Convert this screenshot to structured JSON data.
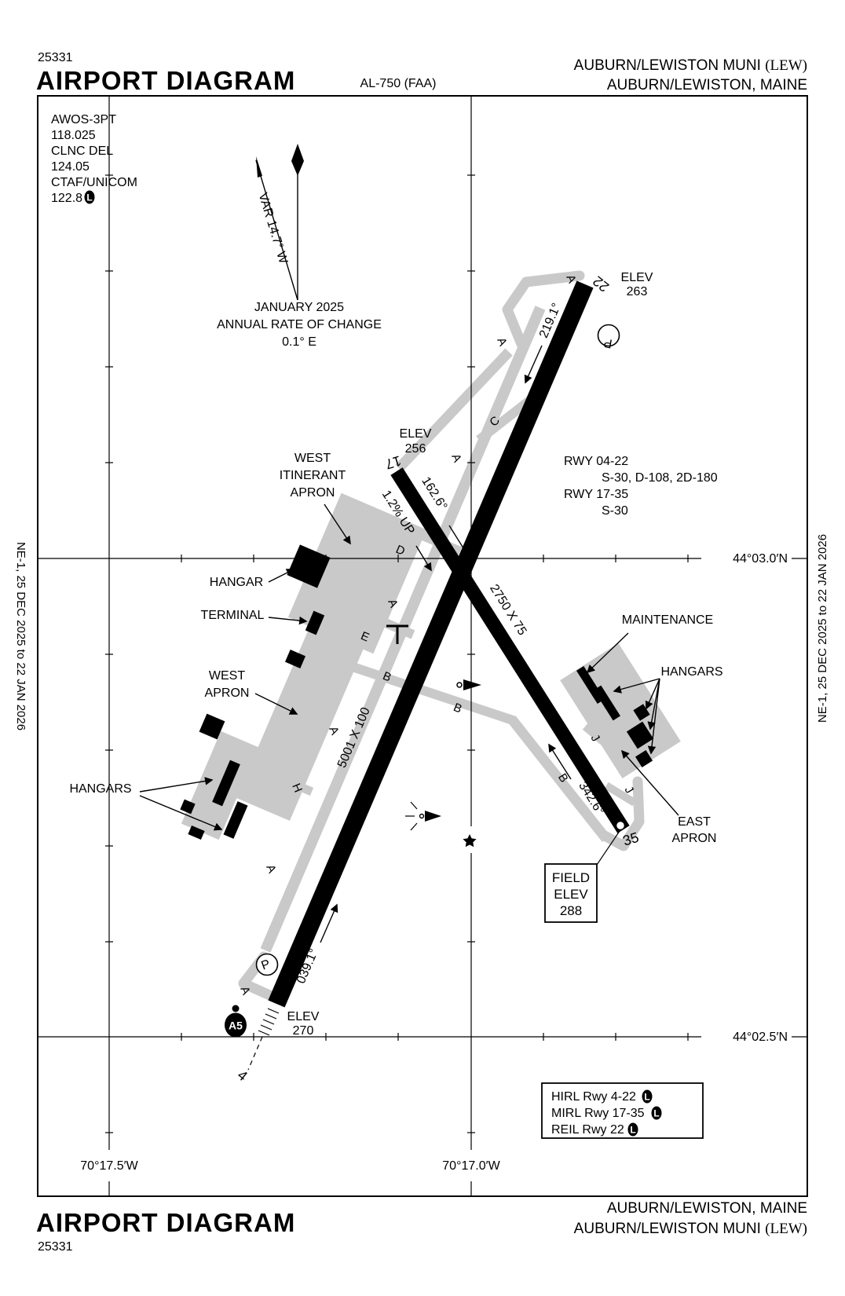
{
  "header": {
    "chart_code": "25331",
    "title": "AIRPORT DIAGRAM",
    "al_number": "AL-750 (FAA)",
    "airport_name": "AUBURN/LEWISTON MUNI ",
    "airport_id": "(LEW)",
    "city_state": "AUBURN/LEWISTON, MAINE"
  },
  "footer": {
    "chart_code": "25331",
    "title": "AIRPORT DIAGRAM",
    "airport_name": "AUBURN/LEWISTON MUNI ",
    "airport_id": "(LEW)",
    "city_state": "AUBURN/LEWISTON, MAINE"
  },
  "margin_note": "NE-1, 25 DEC 2025 to 22 JAN 2026",
  "comm": {
    "lines": [
      "AWOS-3PT",
      "118.025",
      "CLNC DEL",
      "124.05",
      "CTAF/UNICOM",
      "122.8"
    ],
    "lighted": "L"
  },
  "north": {
    "variation": "VAR 14.7° W",
    "date": "JANUARY 2025",
    "rate_label": "ANNUAL RATE OF CHANGE",
    "rate_value": "0.1° E"
  },
  "grid": {
    "lat1": "44°03.0′N",
    "lat2": "44°02.5′N",
    "lon1": "70°17.5′W",
    "lon2": "70°17.0′W"
  },
  "runway_data": {
    "rwy0422": "RWY 04-22",
    "rwy0422_strength": "S-30, D-108, 2D-180",
    "rwy1735": "RWY 17-35",
    "rwy1735_strength": "S-30"
  },
  "runways": {
    "num4": "4",
    "num17": "17",
    "num22": "22",
    "num35": "35",
    "hdg04": "039.1°",
    "hdg17": "162.6°",
    "hdg22": "219.1°",
    "hdg35": "342.6°",
    "dim0422": "5001 X 100",
    "dim1735": "2750 X 75",
    "slope": "1.2% UP",
    "elev04": {
      "label": "ELEV",
      "value": "270"
    },
    "elev17": {
      "label": "ELEV",
      "value": "256"
    },
    "elev22": {
      "label": "ELEV",
      "value": "263"
    }
  },
  "field_elev": {
    "line1": "FIELD",
    "line2": "ELEV",
    "value": "288"
  },
  "areas": {
    "west_itinerant_1": "WEST",
    "west_itinerant_2": "ITINERANT",
    "west_itinerant_3": "APRON",
    "hangar": "HANGAR",
    "terminal": "TERMINAL",
    "west_apron_1": "WEST",
    "west_apron_2": "APRON",
    "hangars_west": "HANGARS",
    "maintenance": "MAINTENANCE",
    "hangars_east": "HANGARS",
    "east_apron_1": "EAST",
    "east_apron_2": "APRON"
  },
  "taxiways": {
    "a": "A",
    "b": "B",
    "c": "C",
    "d": "D",
    "e": "E",
    "h": "H",
    "j": "J",
    "parking": "P"
  },
  "approach_light": "A5",
  "lighting": {
    "l1": "HIRL Rwy 4-22",
    "l2": "MIRL Rwy 17-35",
    "l3": "REIL Rwy 22",
    "lighted": "L"
  },
  "colors": {
    "taxiway_gray": "#c9c9c9",
    "ink": "#000000"
  }
}
